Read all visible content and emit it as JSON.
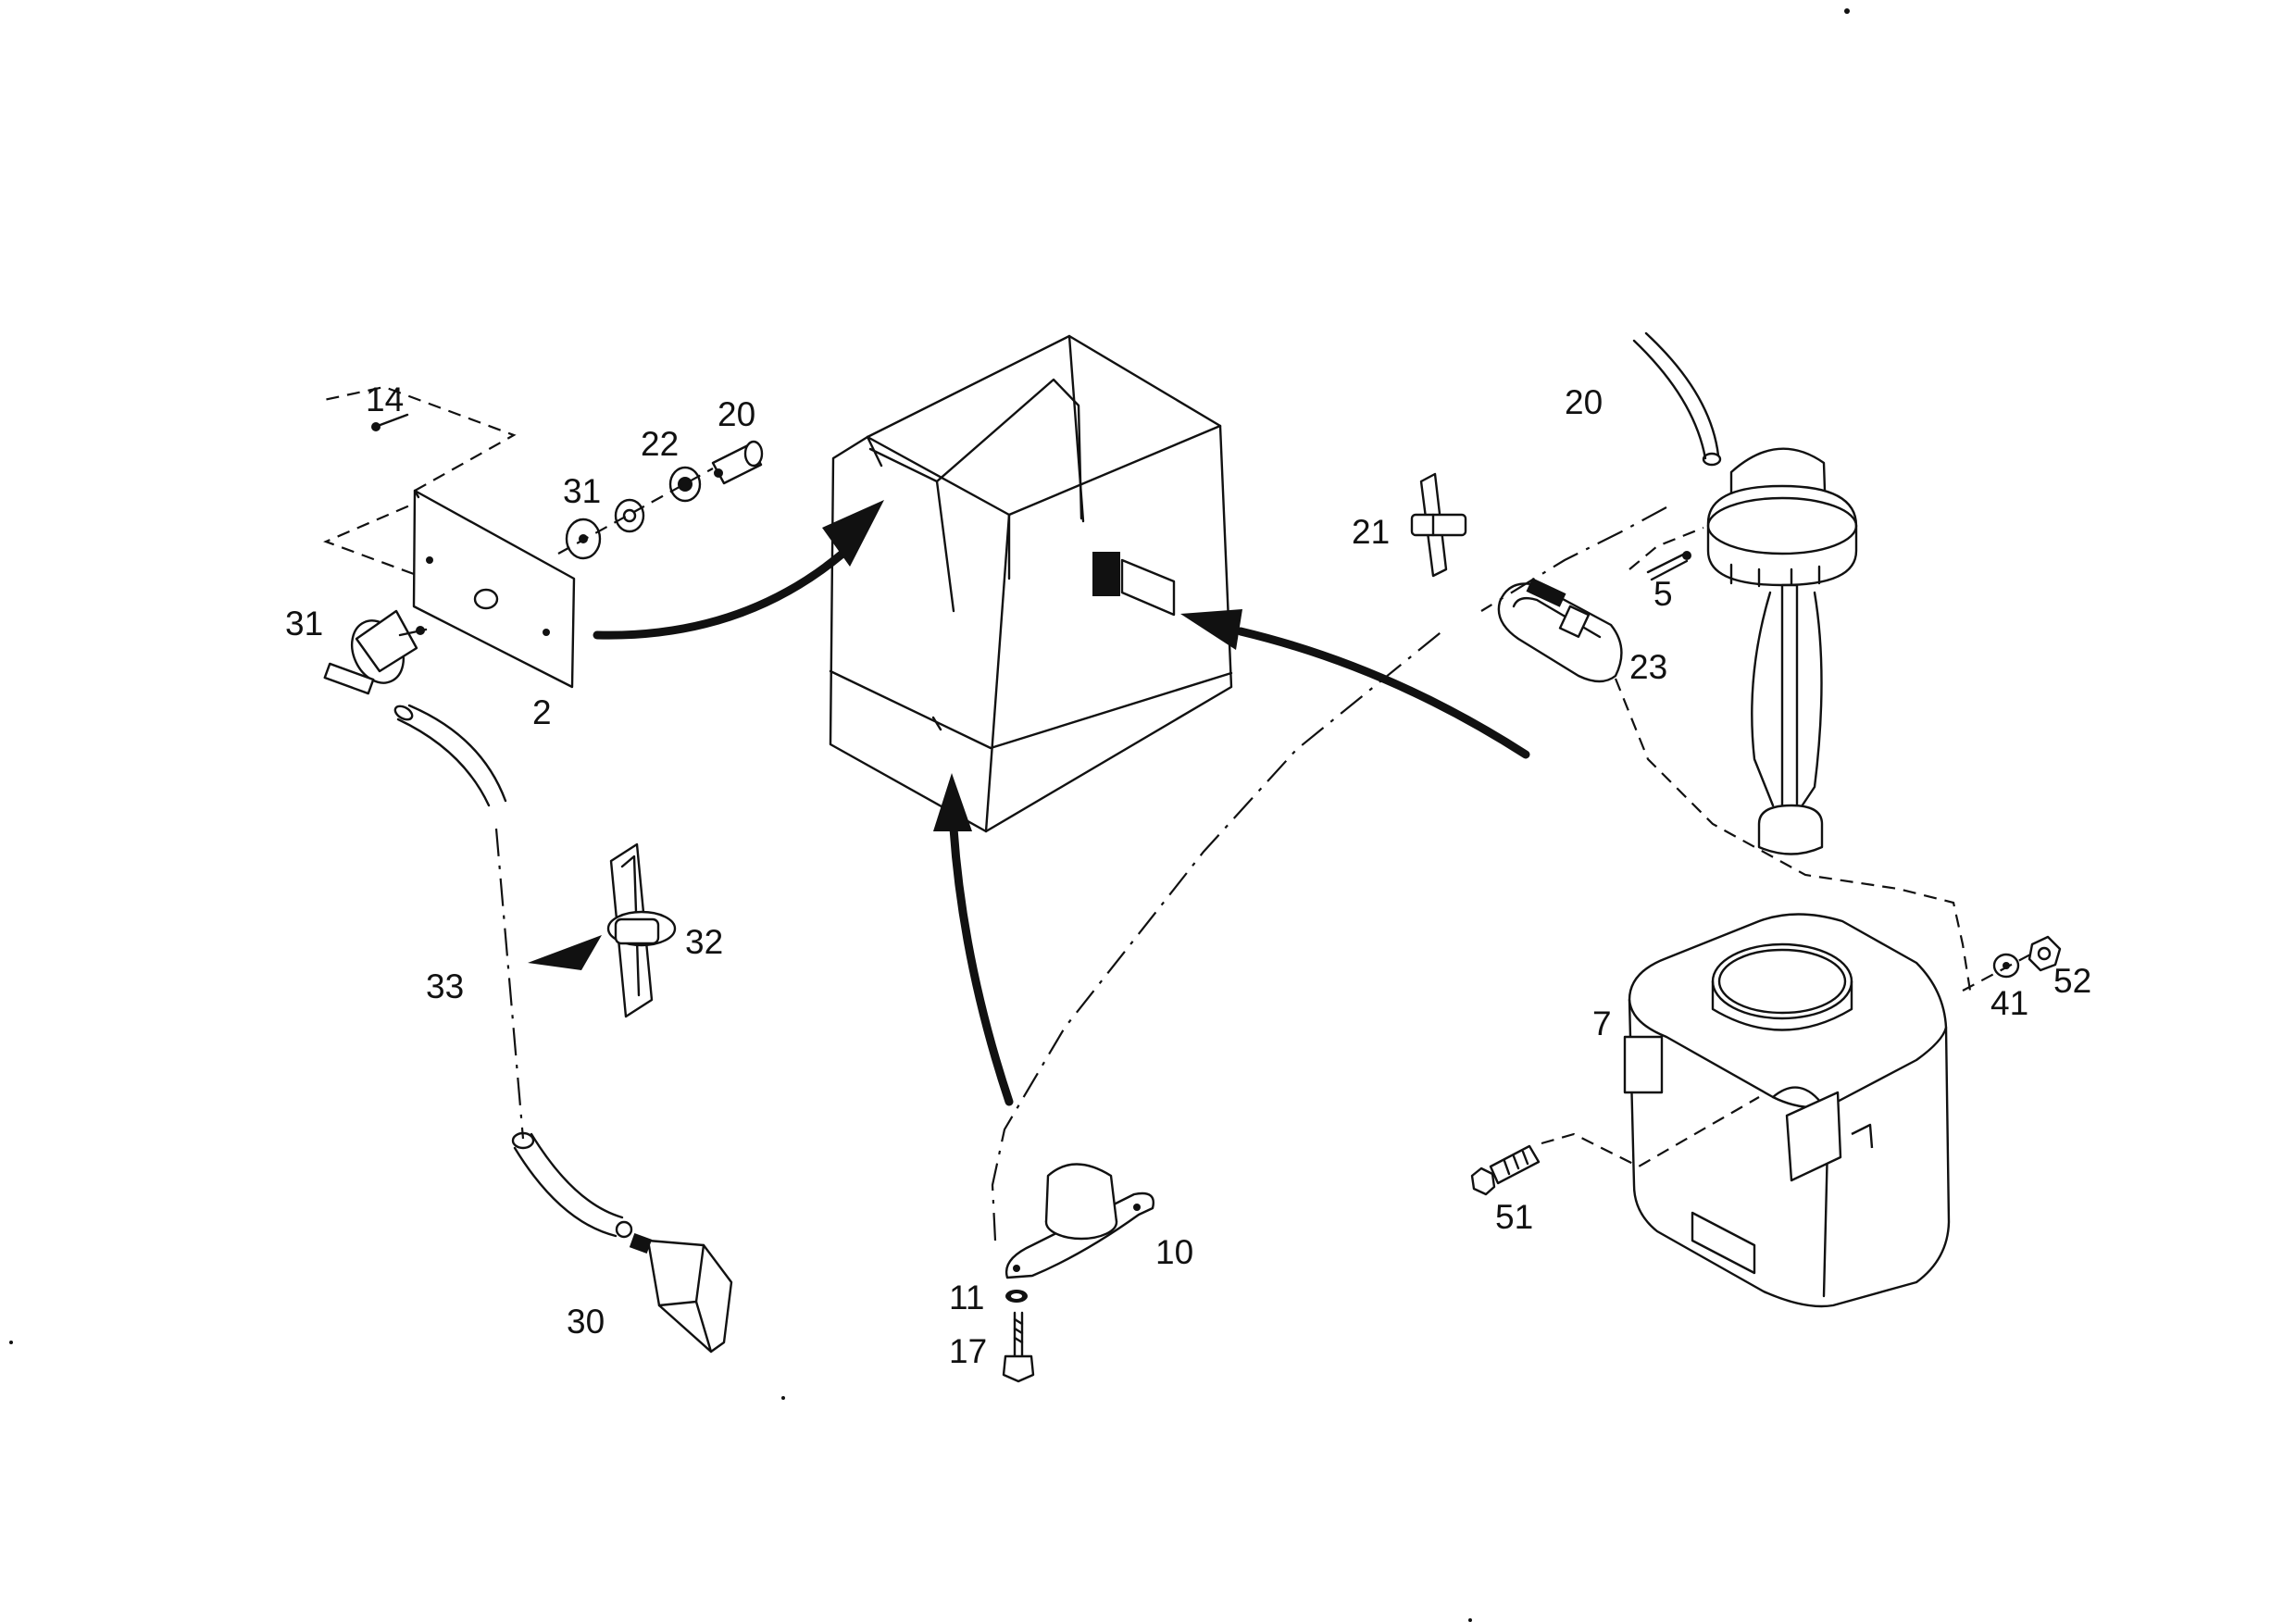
{
  "diagram": {
    "type": "exploded-parts-drawing",
    "callouts": [
      {
        "id": "c14",
        "text": "14"
      },
      {
        "id": "c31a",
        "text": "31"
      },
      {
        "id": "c22",
        "text": "22"
      },
      {
        "id": "c20a",
        "text": "20"
      },
      {
        "id": "c31b",
        "text": "31"
      },
      {
        "id": "c2",
        "text": "2"
      },
      {
        "id": "c32",
        "text": "32"
      },
      {
        "id": "c33",
        "text": "33"
      },
      {
        "id": "c30",
        "text": "30"
      },
      {
        "id": "c10",
        "text": "10"
      },
      {
        "id": "c11",
        "text": "11"
      },
      {
        "id": "c17",
        "text": "17"
      },
      {
        "id": "c21",
        "text": "21"
      },
      {
        "id": "c20b",
        "text": "20"
      },
      {
        "id": "c5",
        "text": "5"
      },
      {
        "id": "c23",
        "text": "23"
      },
      {
        "id": "c7",
        "text": "7"
      },
      {
        "id": "c41",
        "text": "41"
      },
      {
        "id": "c52",
        "text": "52"
      },
      {
        "id": "c51",
        "text": "51"
      }
    ]
  }
}
